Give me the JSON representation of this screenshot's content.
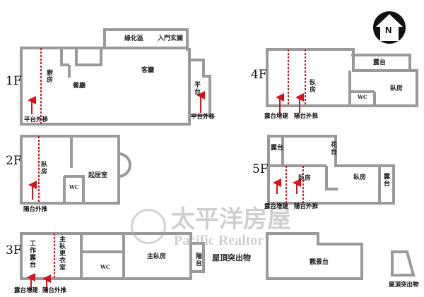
{
  "north": {
    "label": "N"
  },
  "floors": {
    "f1": {
      "label": "1F",
      "rooms": [
        "廚房",
        "餐廳",
        "客廳",
        "綠化區",
        "入門玄關",
        "平台"
      ],
      "notes": [
        "平台外移",
        "平台外移"
      ]
    },
    "f2": {
      "label": "2F",
      "rooms": [
        "臥房",
        "WC",
        "起居室"
      ],
      "notes": [
        "陽台外推"
      ]
    },
    "f3": {
      "label": "3F",
      "rooms": [
        "工作露台",
        "主臥更衣室",
        "WC",
        "主臥房",
        "陽台"
      ],
      "notes": [
        "露台增建",
        "陽台外推"
      ]
    },
    "f4": {
      "label": "4F",
      "rooms": [
        "臥房",
        "露台",
        "WC",
        "臥房"
      ],
      "notes": [
        "露台增建",
        "陽台外推"
      ]
    },
    "f5": {
      "label": "5F",
      "rooms": [
        "露台",
        "花台",
        "臥房",
        "臥房",
        "露台"
      ],
      "notes": [
        "露台增建",
        "陽台外推"
      ]
    },
    "roof": {
      "title": "屋頂突出物",
      "rooms": [
        "觀景台"
      ],
      "notes": [
        "屋頂突出物"
      ]
    }
  },
  "watermark": {
    "cn": "太平洋房屋",
    "en": "Pacific Realtor"
  },
  "colors": {
    "wall": "#9a9a9a",
    "marker": "#d8121b"
  }
}
